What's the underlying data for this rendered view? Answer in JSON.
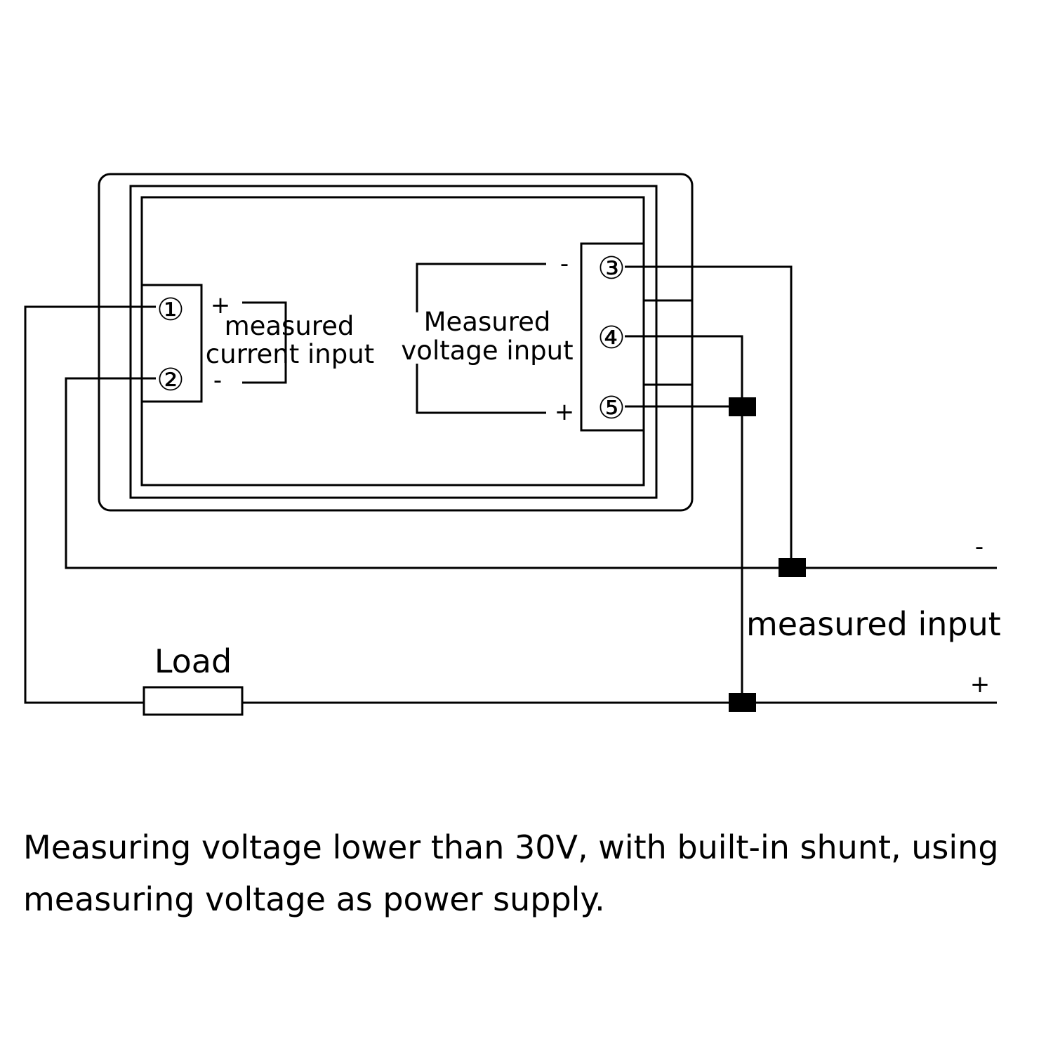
{
  "terminals": {
    "t1": "①",
    "t2": "②",
    "t3": "③",
    "t4": "④",
    "t5": "⑤"
  },
  "current_input": {
    "plus": "+",
    "minus": "-",
    "line1": "measured",
    "line2": "current input"
  },
  "voltage_input": {
    "minus": "-",
    "plus": "+",
    "line1": "Measured",
    "line2": "voltage input"
  },
  "external": {
    "minus": "-",
    "plus": "+",
    "label": "measured input",
    "load": "Load"
  },
  "caption": {
    "line1": "Measuring voltage lower than 30V, with built-in shunt, using",
    "line2": "measuring voltage as power supply."
  }
}
